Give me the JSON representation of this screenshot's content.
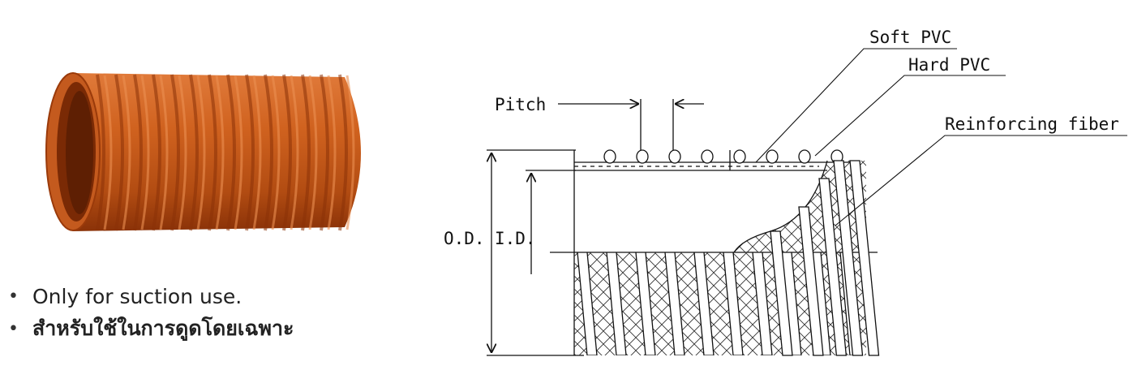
{
  "bullets": [
    {
      "text": "Only for suction use."
    },
    {
      "text": "สำหรับใช้ในการดูดโดยเฉพาะ"
    }
  ],
  "diagram": {
    "labels": {
      "soft_pvc": "Soft PVC",
      "hard_pvc": "Hard PVC",
      "reinforcing_fiber": "Reinforcing fiber",
      "pitch": "Pitch",
      "od": "O.D.",
      "id": "I.D."
    }
  },
  "colors": {
    "hose_orange": "#c8581b",
    "hose_dark": "#8a3208",
    "line": "#111111"
  }
}
